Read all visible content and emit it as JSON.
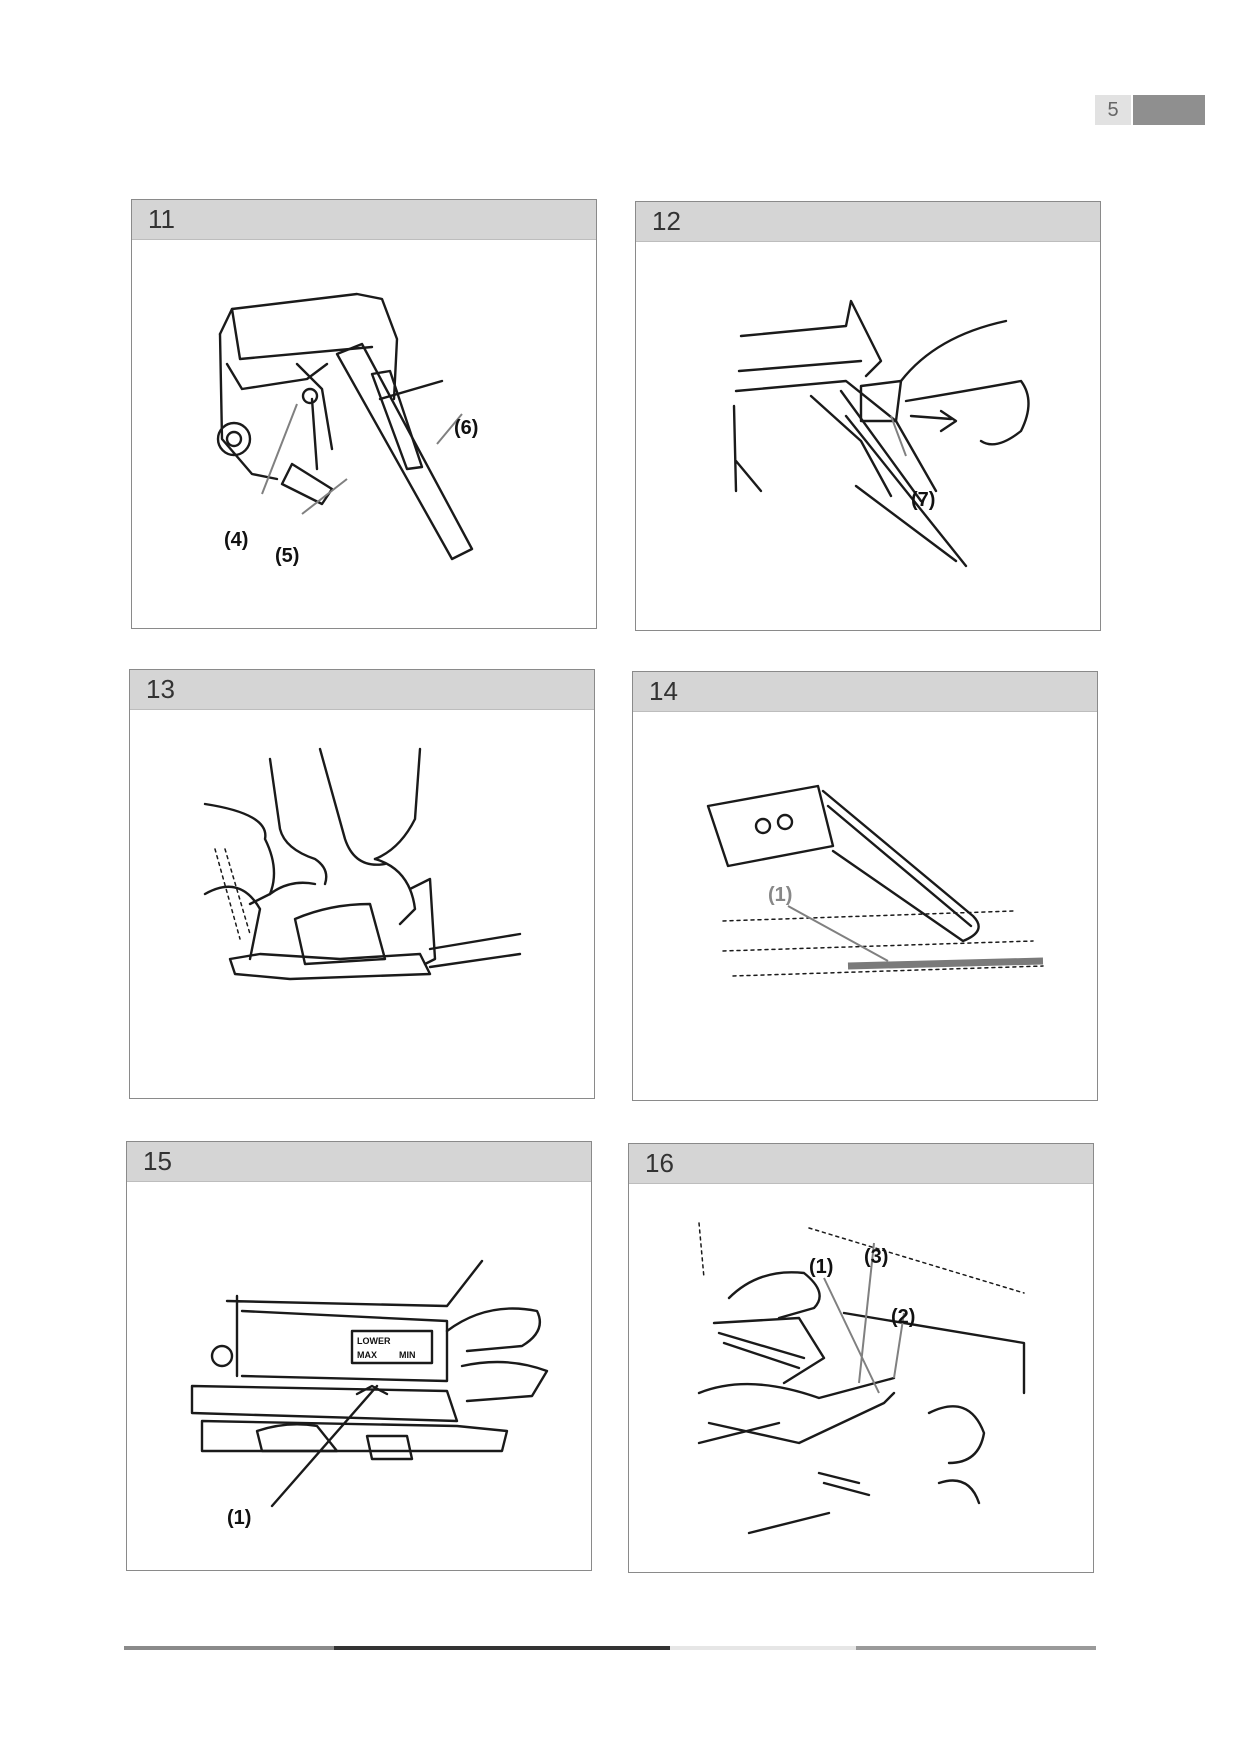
{
  "page": {
    "number": "5"
  },
  "figures": [
    {
      "number": "11",
      "labels": [
        "(4)",
        "(5)",
        "(6)"
      ]
    },
    {
      "number": "12",
      "labels": [
        "(7)"
      ]
    },
    {
      "number": "13",
      "labels": []
    },
    {
      "number": "14",
      "labels": [
        "(1)"
      ]
    },
    {
      "number": "15",
      "labels": [
        "(1)"
      ],
      "gauge_text": [
        "LOWER",
        "MAX",
        "MIN"
      ]
    },
    {
      "number": "16",
      "labels": [
        "(1)",
        "(3)",
        "(2)"
      ]
    }
  ],
  "colors": {
    "header_fill": "#d5d5d5",
    "border": "#8a8a8a",
    "page_bar": "#8f8f8f"
  }
}
